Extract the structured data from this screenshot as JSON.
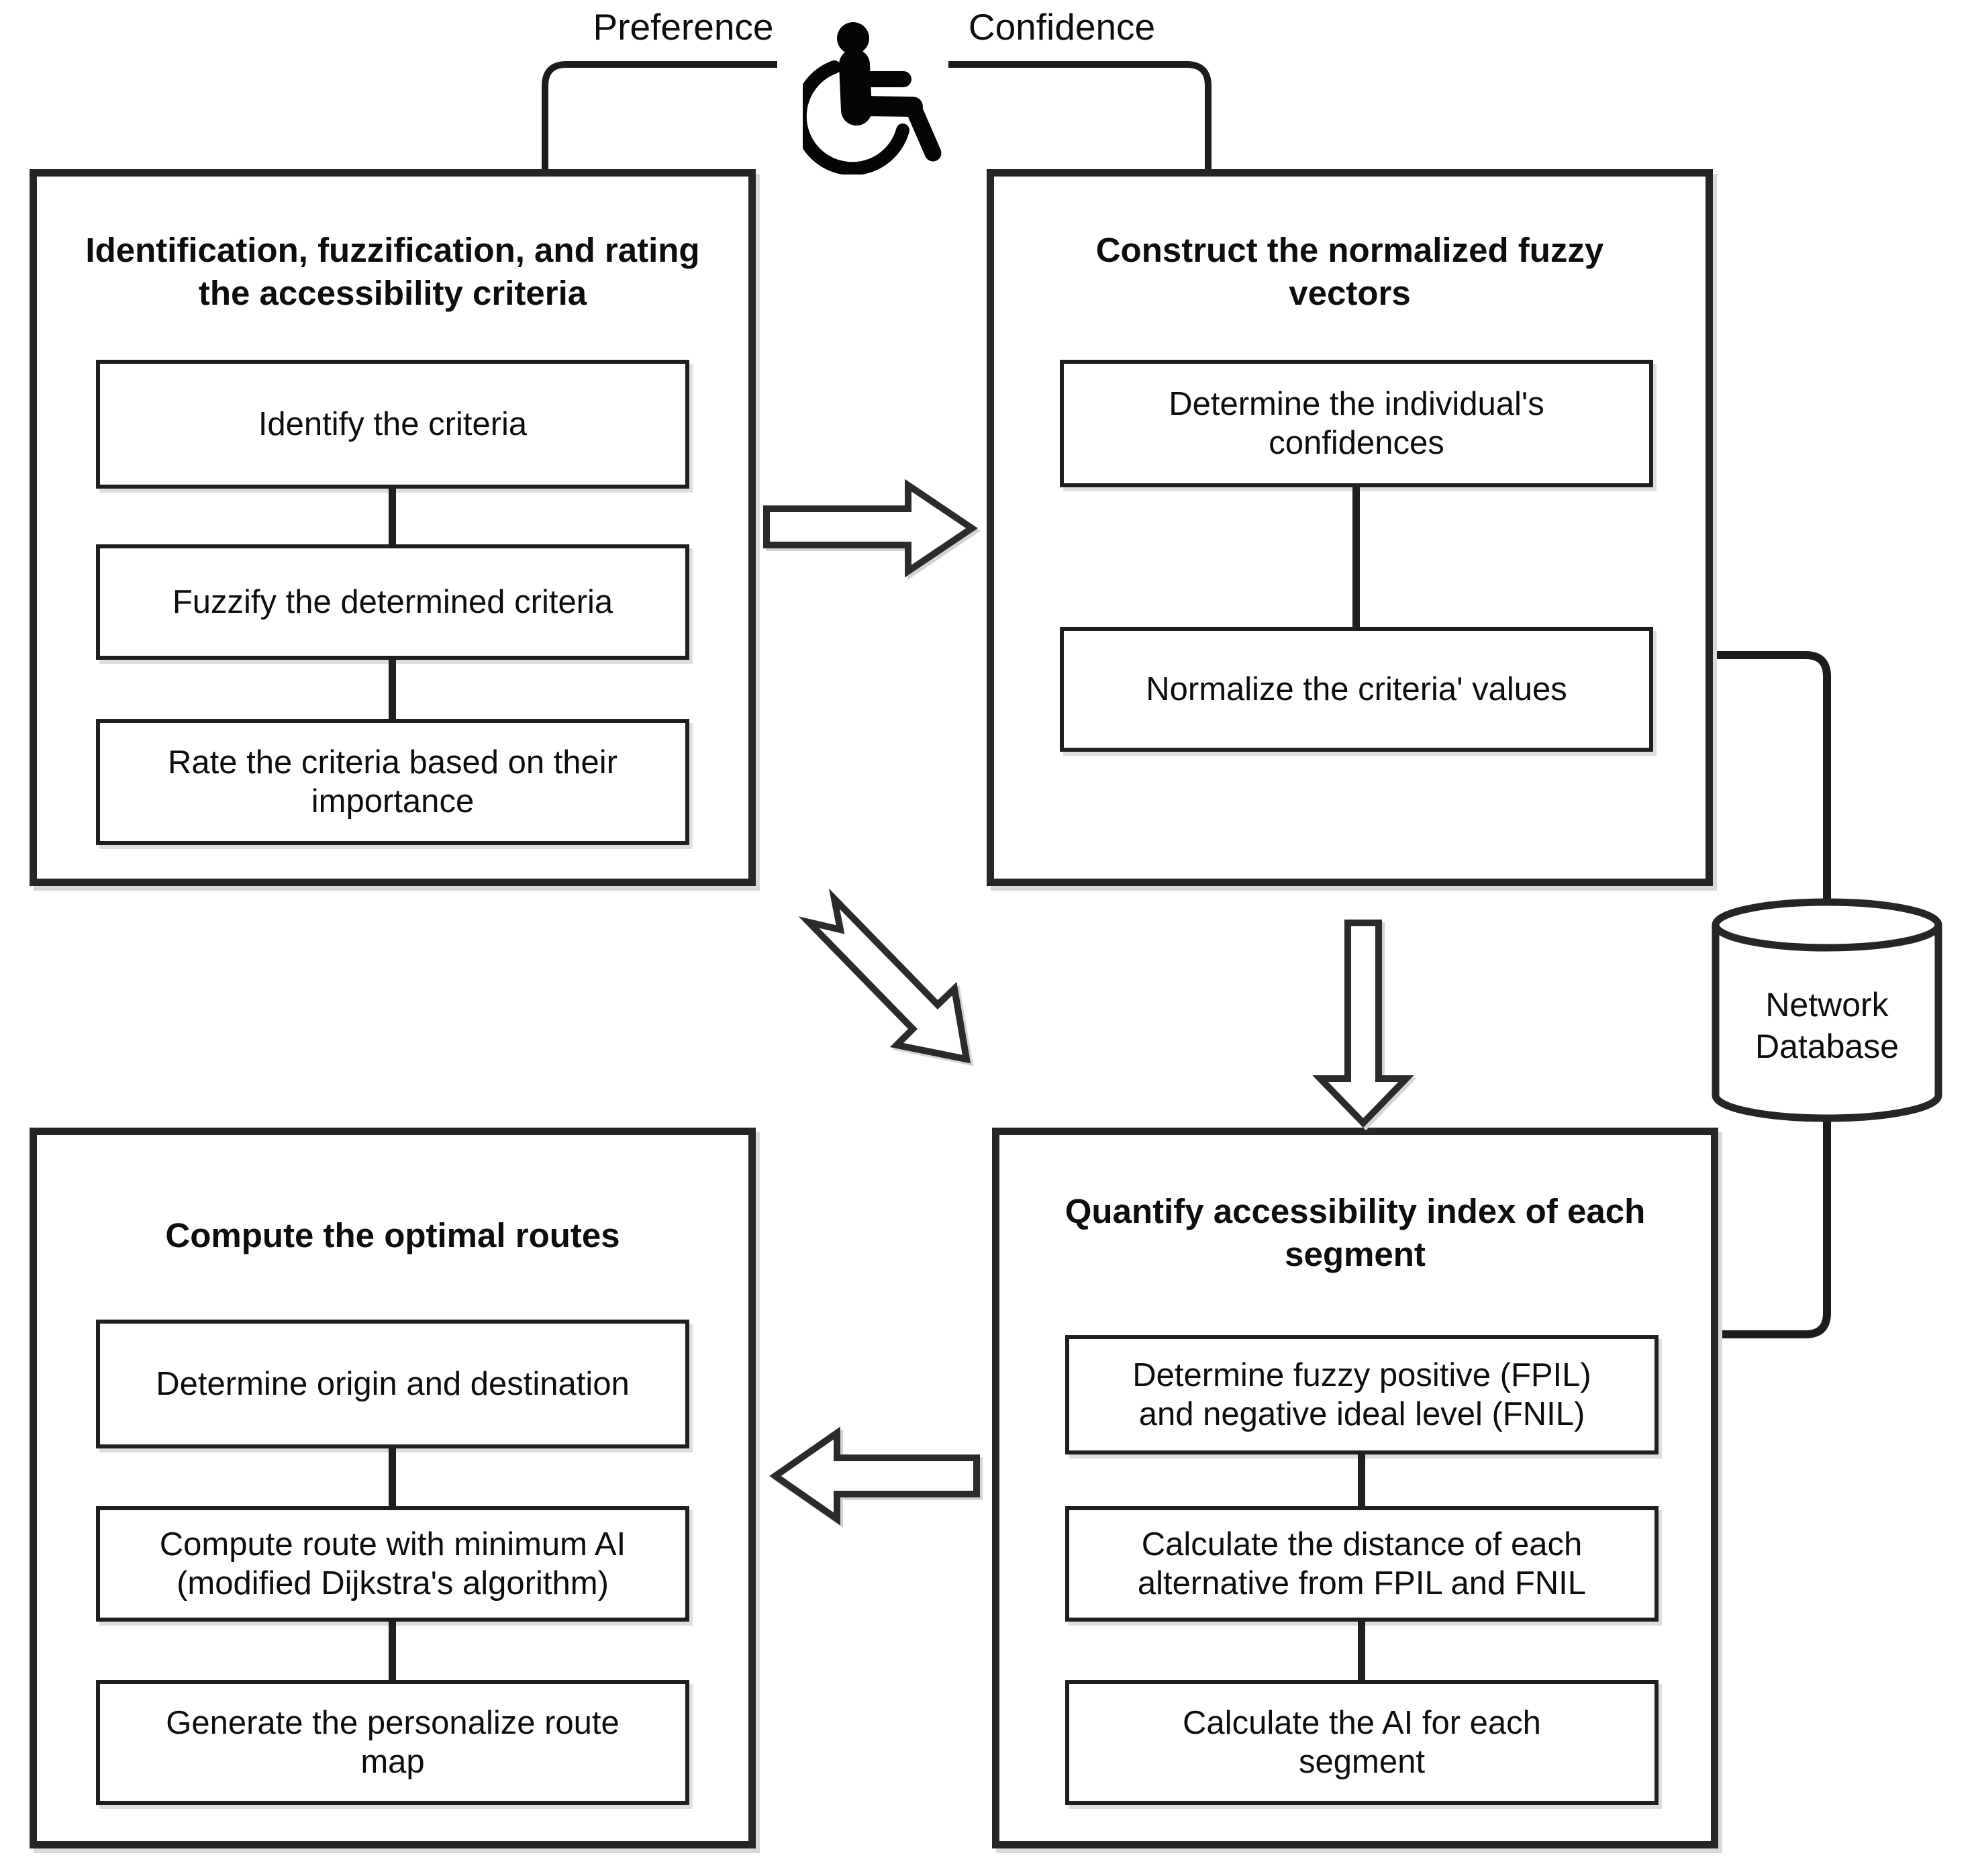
{
  "diagram": {
    "top_labels": {
      "preference": "Preference",
      "confidence": "Confidence"
    },
    "boxes": {
      "identification": {
        "title_lines": [
          "Identification, fuzzification, and rating",
          "the accessibility criteria"
        ],
        "steps": [
          [
            "Identify the criteria"
          ],
          [
            "Fuzzify the determined criteria"
          ],
          [
            "Rate the criteria based on their",
            "importance"
          ]
        ]
      },
      "construct_vectors": {
        "title_lines": [
          "Construct the normalized fuzzy",
          "vectors"
        ],
        "steps": [
          [
            "Determine the individual's",
            "confidences"
          ],
          [
            "Normalize the criteria' values"
          ]
        ]
      },
      "quantify_index": {
        "title_lines": [
          "Quantify accessibility index of each",
          "segment"
        ],
        "steps": [
          [
            "Determine fuzzy positive (FPIL)",
            "and negative ideal level (FNIL)"
          ],
          [
            "Calculate the distance of each",
            "alternative from FPIL and FNIL"
          ],
          [
            "Calculate the AI for each",
            "segment"
          ]
        ]
      },
      "compute_routes": {
        "title_lines": [
          "Compute the optimal routes"
        ],
        "steps": [
          [
            "Determine origin and destination"
          ],
          [
            "Compute route with minimum AI",
            "(modified Dijkstra's algorithm)"
          ],
          [
            "Generate the personalize route",
            "map"
          ]
        ]
      }
    },
    "database": {
      "label_lines": [
        "Network",
        "Database"
      ]
    },
    "colors": {
      "line": "#262626",
      "background": "#ffffff",
      "arrow_fill": "#ffffff"
    }
  }
}
